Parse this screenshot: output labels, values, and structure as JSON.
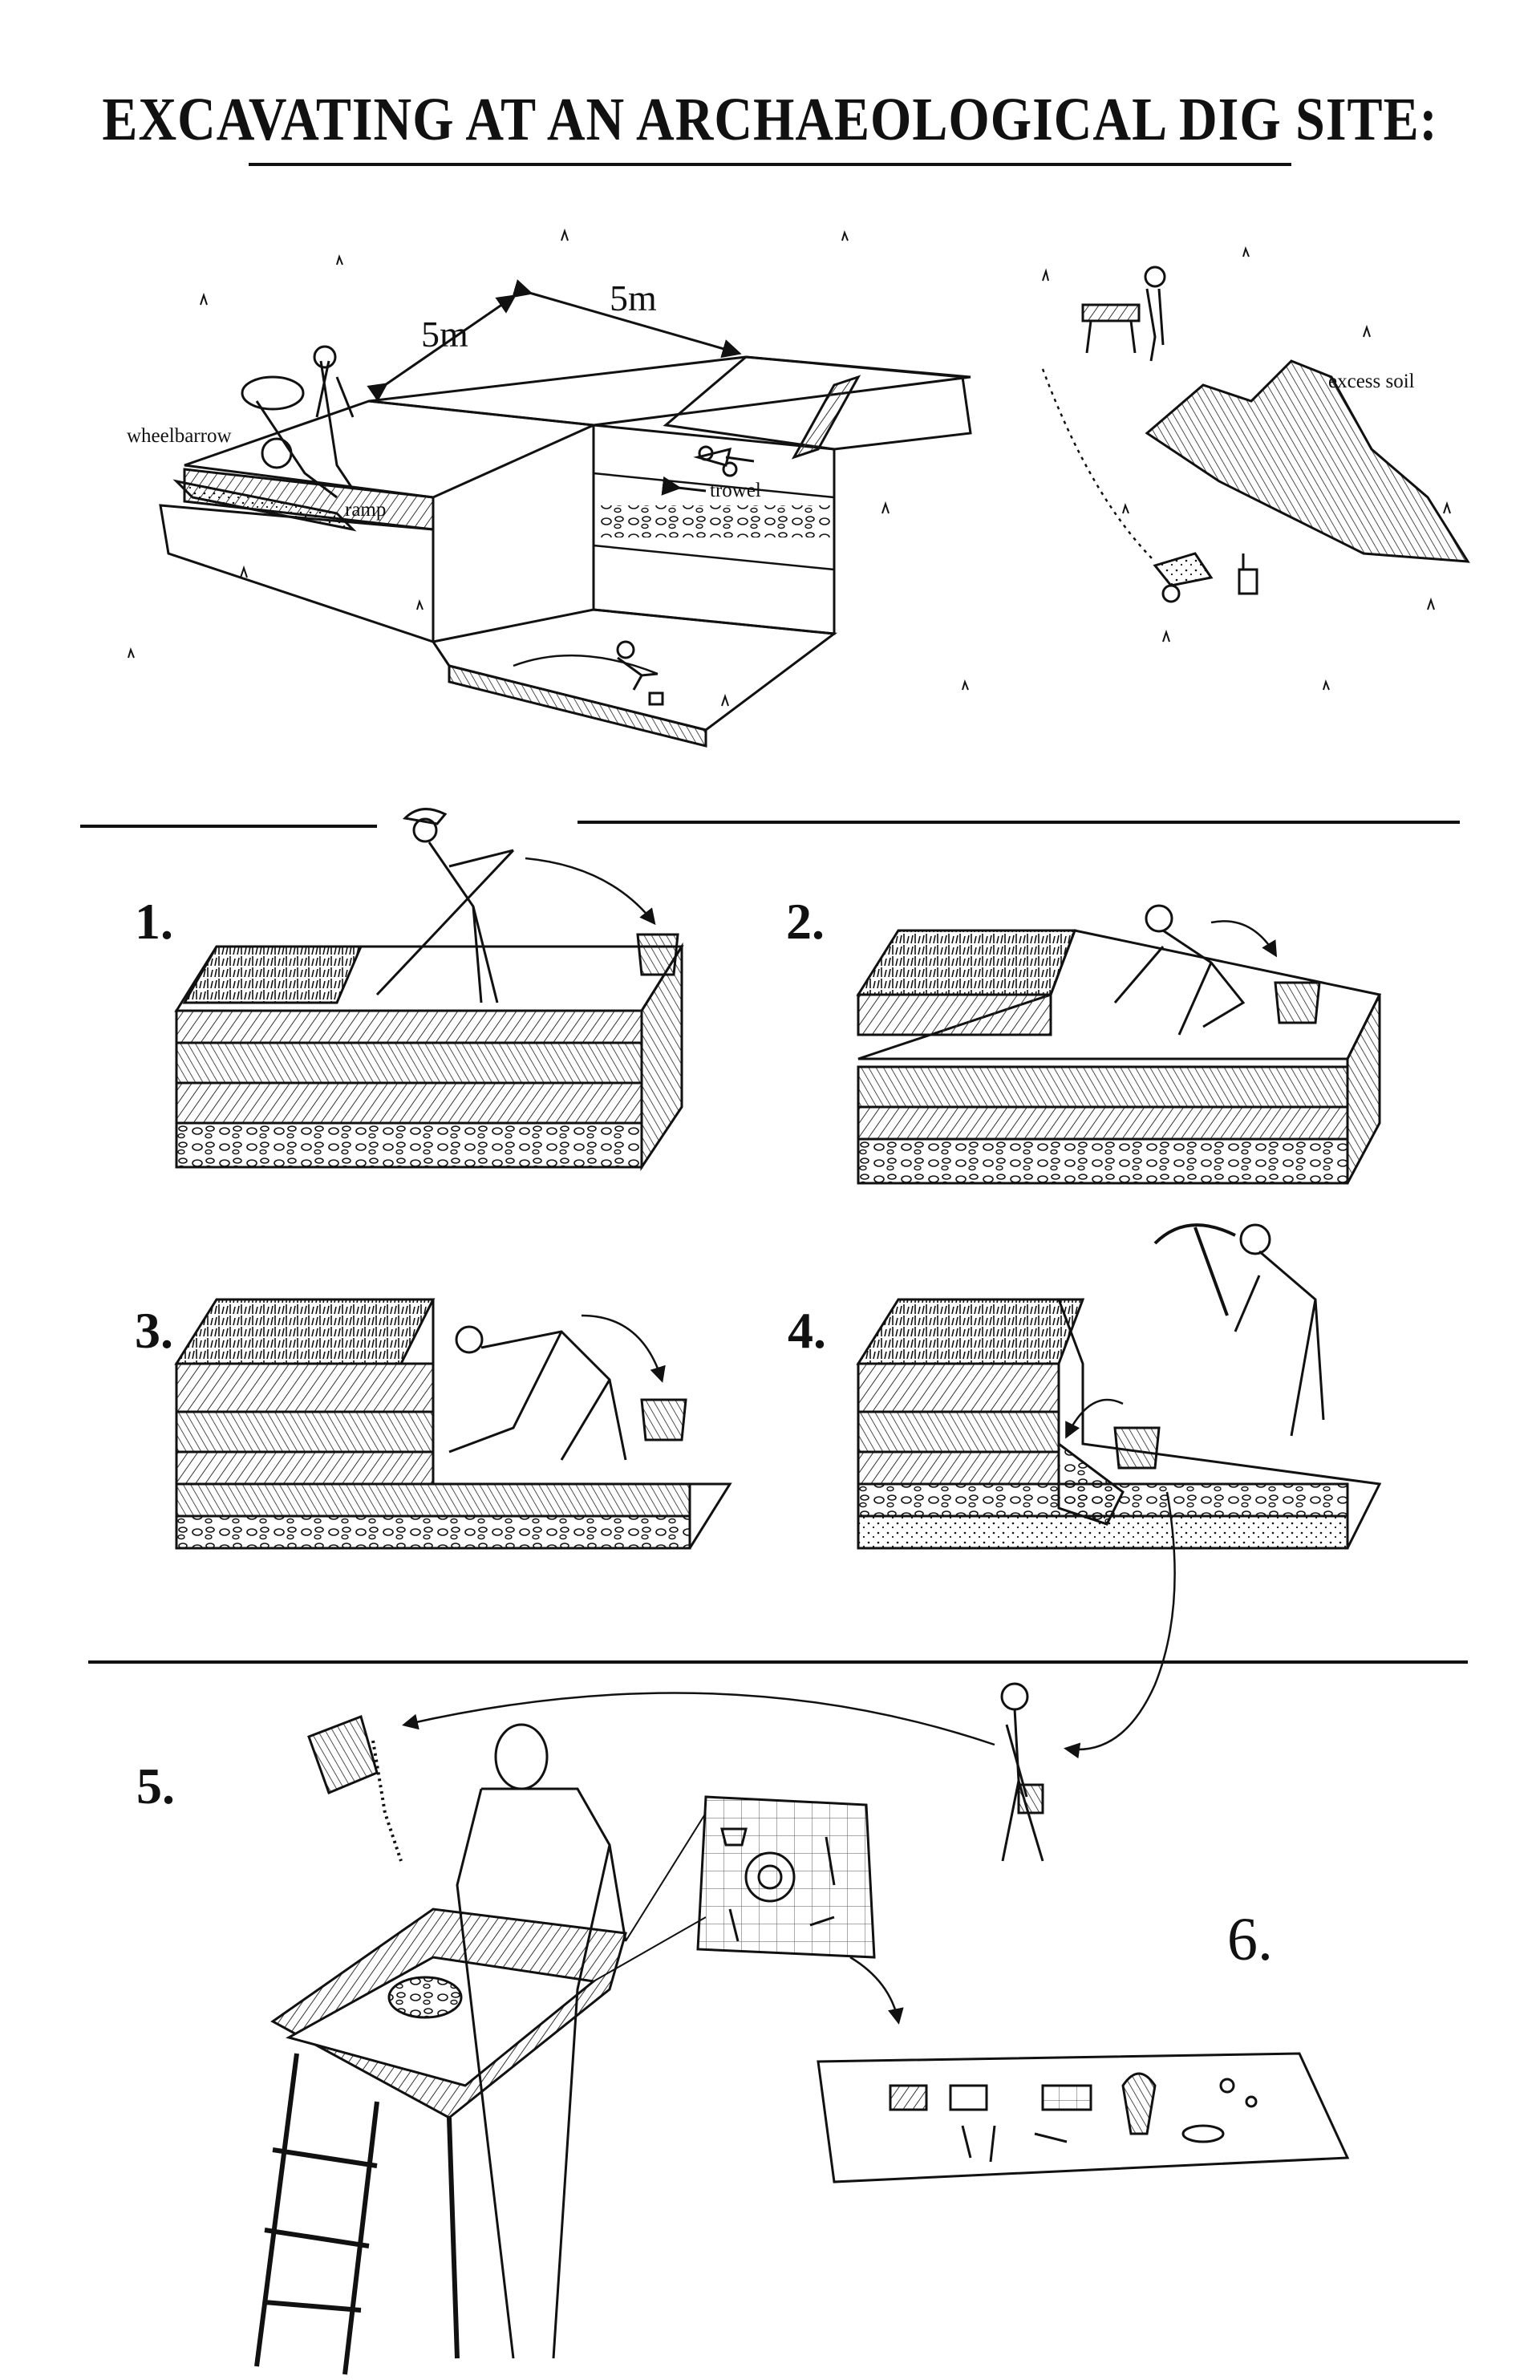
{
  "title": "EXCAVATING AT AN ARCHAEOLOGICAL DIG SITE:",
  "site_overview": {
    "dimension_left": "5m",
    "dimension_right": "5m",
    "label_wheelbarrow": "wheelbarrow",
    "label_ramp": "ramp",
    "label_trowel": "trowel",
    "label_excess_soil": "excess soil"
  },
  "steps": [
    {
      "number": "1."
    },
    {
      "number": "2."
    },
    {
      "number": "3."
    },
    {
      "number": "4."
    },
    {
      "number": "5."
    },
    {
      "number": "6."
    }
  ],
  "colors": {
    "ink": "#111111",
    "paper": "#ffffff",
    "hatch": "#333333"
  }
}
